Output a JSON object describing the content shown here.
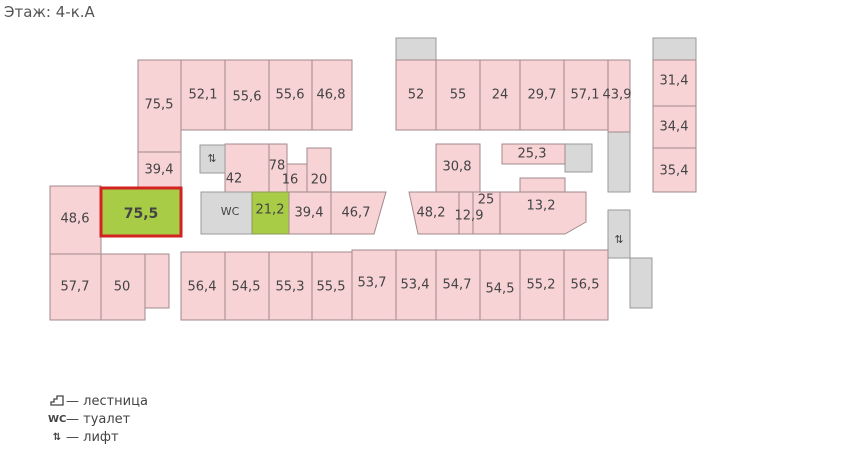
{
  "floor_title": "Этаж: 4-к.А",
  "colors": {
    "room": "#f7d3d6",
    "selected": "#a9cc47",
    "selected_border": "#d22222",
    "service": "#d8d8d8"
  },
  "rooms": {
    "r75_5": "75,5",
    "r52_1": "52,1",
    "r55_6": "55,6",
    "r55_6b": "55,6",
    "r46_8": "46,8",
    "r52": "52",
    "r55": "55",
    "r24": "24",
    "r29_7": "29,7",
    "r57_1": "57,1",
    "r43_9": "43,9",
    "r31_4": "31,4",
    "r34_4": "34,4",
    "r35_4": "35,4",
    "r39_4a": "39,4",
    "r42": "42",
    "r78": "78",
    "r16": "16",
    "r20": "20",
    "r30_8": "30,8",
    "r25_3": "25,3",
    "r48_6": "48,6",
    "r75_5_sel": "75,5",
    "r21_2": "21,2",
    "r39_4b": "39,4",
    "r46_7": "46,7",
    "r48_2": "48,2",
    "r25": "25",
    "r12_9": "12,9",
    "r13_2": "13,2",
    "r57_7": "57,7",
    "r50": "50",
    "r56_4": "56,4",
    "r54_5a": "54,5",
    "r55_3": "55,3",
    "r55_5": "55,5",
    "r53_7": "53,7",
    "r53_4": "53,4",
    "r54_7": "54,7",
    "r54_5b": "54,5",
    "r55_2": "55,2",
    "r56_5": "56,5"
  },
  "service_labels": {
    "wc": "WC",
    "lift1": "⇅",
    "lift2": "⇅"
  },
  "legend": [
    {
      "icon": "stairs-icon",
      "glyph": "⌐",
      "text": "— лестница"
    },
    {
      "icon": "wc-icon",
      "glyph": "WC",
      "text": "— туалет"
    },
    {
      "icon": "lift-icon",
      "glyph": "⇅",
      "text": "— лифт"
    }
  ]
}
